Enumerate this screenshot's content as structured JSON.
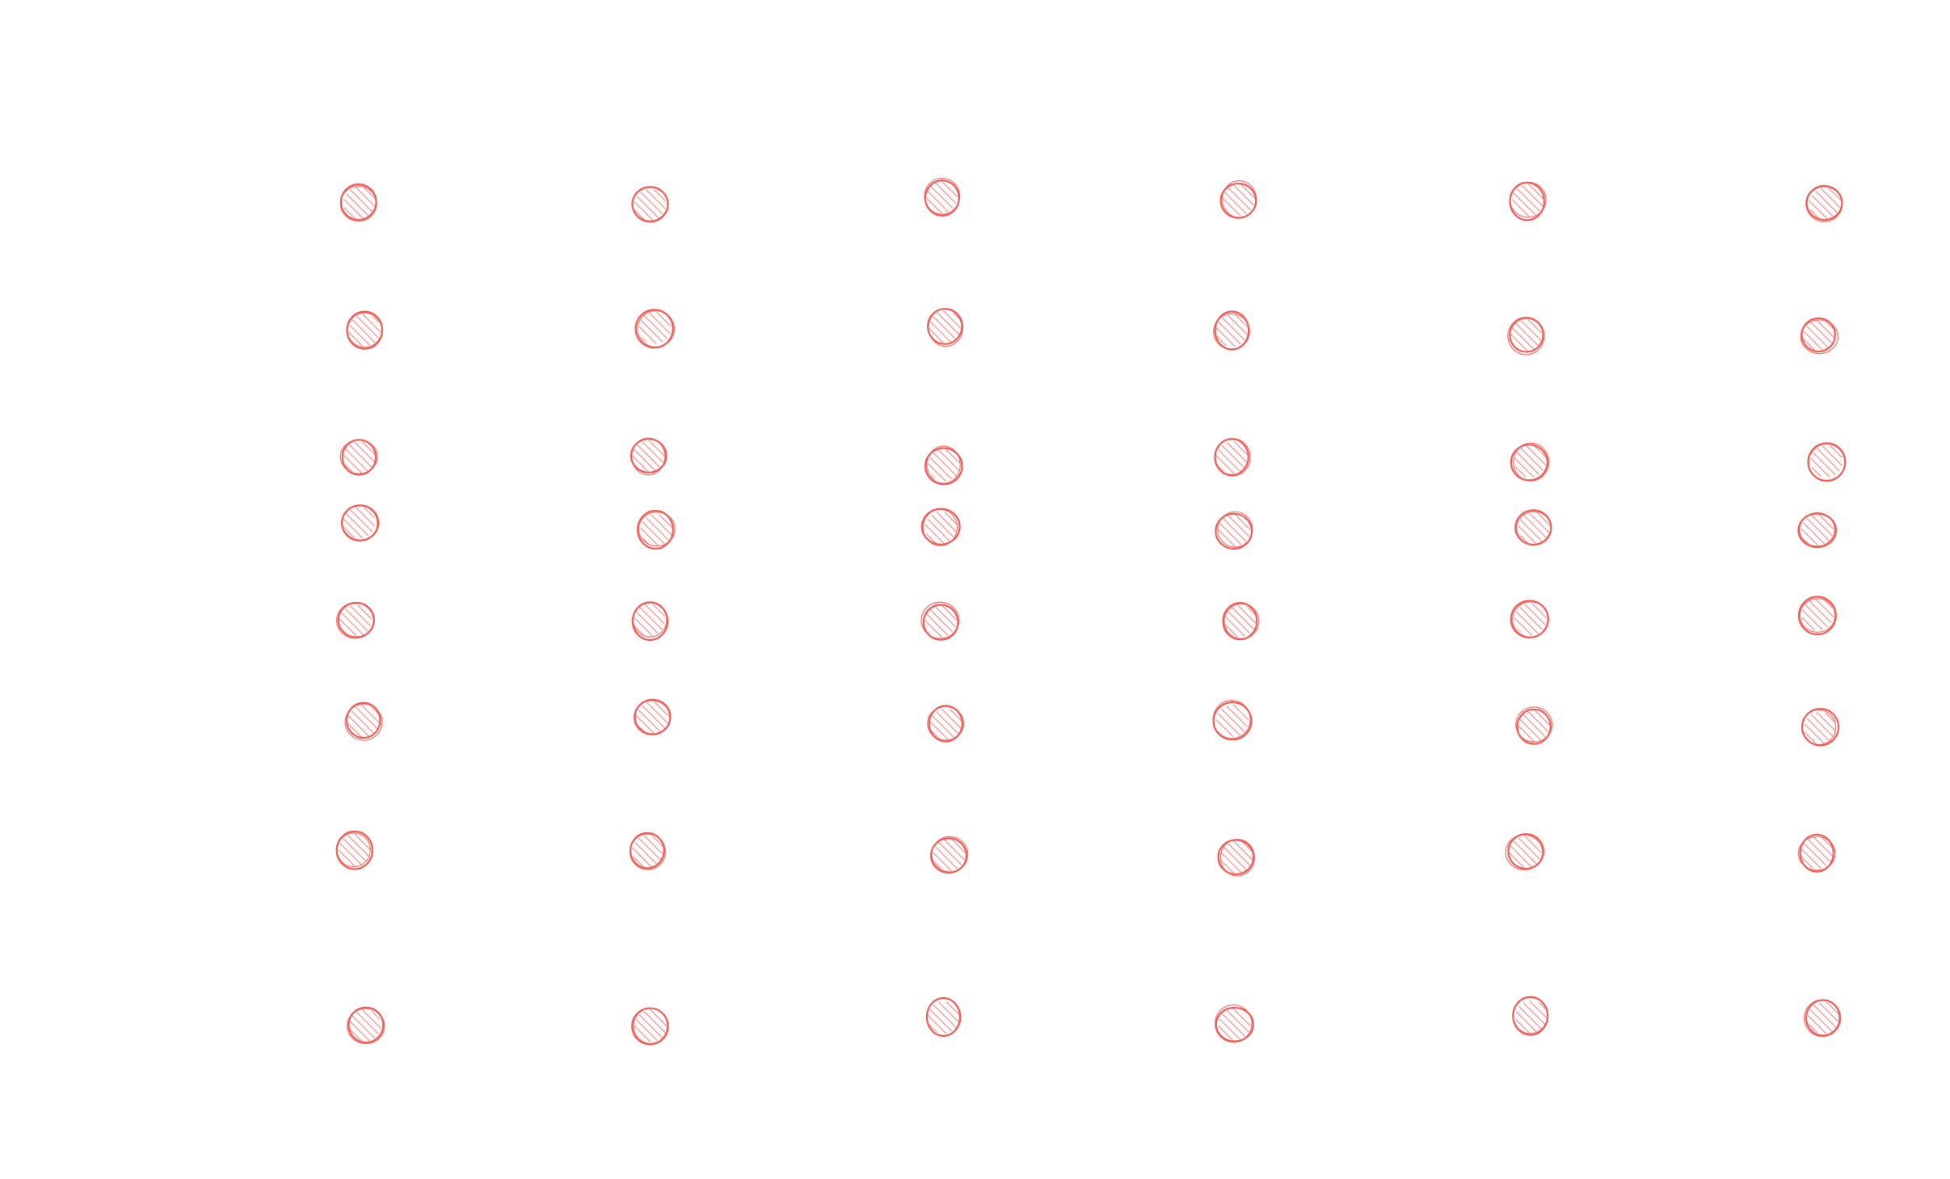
{
  "chart_data": {
    "type": "scatter",
    "style": "hand-drawn sketch, hatched circular markers, no axes, no labels, no legend",
    "grid": false,
    "legend": "none",
    "series": [
      {
        "color": "#f0605a",
        "points": [
          {
            "x": 1,
            "y": 8
          },
          {
            "x": 2,
            "y": 8
          },
          {
            "x": 3,
            "y": 8
          },
          {
            "x": 4,
            "y": 8
          },
          {
            "x": 5,
            "y": 8
          },
          {
            "x": 6,
            "y": 8
          },
          {
            "x": 1,
            "y": 7
          },
          {
            "x": 2,
            "y": 7
          },
          {
            "x": 3,
            "y": 7
          },
          {
            "x": 4,
            "y": 7
          },
          {
            "x": 5,
            "y": 7
          },
          {
            "x": 6,
            "y": 7
          },
          {
            "x": 1,
            "y": 6
          },
          {
            "x": 2,
            "y": 6
          },
          {
            "x": 3,
            "y": 6
          },
          {
            "x": 4,
            "y": 6
          },
          {
            "x": 5,
            "y": 6
          },
          {
            "x": 6,
            "y": 6
          },
          {
            "x": 1,
            "y": 5.5
          },
          {
            "x": 2,
            "y": 5.5
          },
          {
            "x": 3,
            "y": 5.5
          },
          {
            "x": 4,
            "y": 5.5
          },
          {
            "x": 5,
            "y": 5.5
          },
          {
            "x": 6,
            "y": 5.5
          },
          {
            "x": 1,
            "y": 4.8
          },
          {
            "x": 2,
            "y": 4.8
          },
          {
            "x": 3,
            "y": 4.8
          },
          {
            "x": 4,
            "y": 4.8
          },
          {
            "x": 5,
            "y": 4.8
          },
          {
            "x": 6,
            "y": 4.8
          },
          {
            "x": 1,
            "y": 4
          },
          {
            "x": 2,
            "y": 4
          },
          {
            "x": 3,
            "y": 4
          },
          {
            "x": 4,
            "y": 4
          },
          {
            "x": 5,
            "y": 4
          },
          {
            "x": 6,
            "y": 4
          },
          {
            "x": 1,
            "y": 3
          },
          {
            "x": 2,
            "y": 3
          },
          {
            "x": 3,
            "y": 3
          },
          {
            "x": 4,
            "y": 3
          },
          {
            "x": 5,
            "y": 3
          },
          {
            "x": 6,
            "y": 3
          },
          {
            "x": 1,
            "y": 1.7
          },
          {
            "x": 2,
            "y": 1.7
          },
          {
            "x": 3,
            "y": 1.7
          },
          {
            "x": 4,
            "y": 1.7
          },
          {
            "x": 5,
            "y": 1.7
          },
          {
            "x": 6,
            "y": 1.7
          }
        ]
      }
    ]
  }
}
